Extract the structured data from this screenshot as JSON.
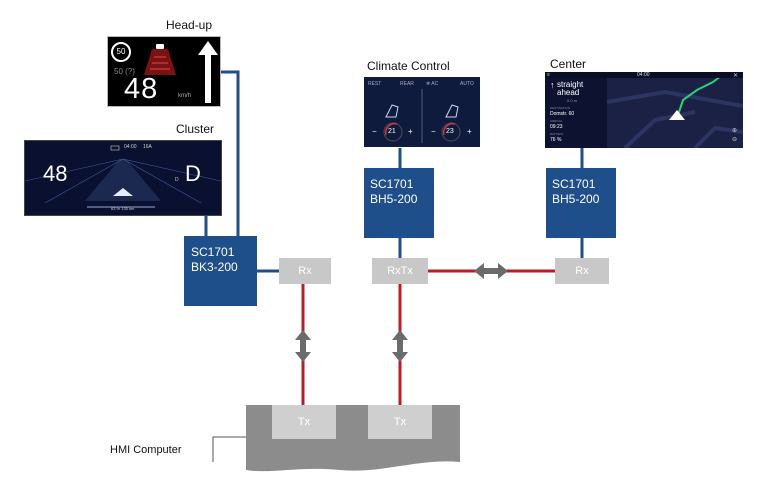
{
  "labels": {
    "headup": "Head-up",
    "cluster": "Cluster",
    "climate": "Climate Control",
    "center": "Center",
    "hmi": "HMI Computer"
  },
  "ecus": {
    "bk3": {
      "line1": "SC1701",
      "line2": "BK3-200"
    },
    "climate_bh5": {
      "line1": "SC1701",
      "line2": "BH5-200"
    },
    "center_bh5": {
      "line1": "SC1701",
      "line2": "BH5-200"
    }
  },
  "links": {
    "rx_left": "Rx",
    "rxtx_mid": "RxTx",
    "rx_right": "Rx",
    "tx_left": "Tx",
    "tx_right": "Tx"
  },
  "headup_screen": {
    "limit": "50",
    "limit_sub": "50 (?)",
    "speed": "48",
    "unit": "km/h"
  },
  "cluster_screen": {
    "speed": "48",
    "gear": "D",
    "time": "04:00",
    "temp": "16A",
    "trip": "63 %  135 km",
    "d_small": "D"
  },
  "climate_screen": {
    "rest": "REST",
    "rear": "REAR",
    "ac": "❄ AC",
    "auto": "AUTO",
    "temp_left": "21",
    "temp_right": "23",
    "minus": "−",
    "plus": "+"
  },
  "center_screen": {
    "time": "04:00",
    "instruction": "straight ahead",
    "dist": "0.0 m",
    "destination_label": "DESTINATION",
    "destination": "Domstr. 60",
    "arrival_label": "ARRIVAL",
    "arrival": "09:23",
    "battery_label": "BATTERY",
    "battery": "76 %"
  },
  "colors": {
    "ecu": "#1f4f8a",
    "wire_blue": "#1f4f8a",
    "wire_red": "#b81e25",
    "pill": "#c8c8c8",
    "arrow": "#6b6b6b",
    "hmi": "#8c8c8c",
    "route": "#2bd17a"
  }
}
